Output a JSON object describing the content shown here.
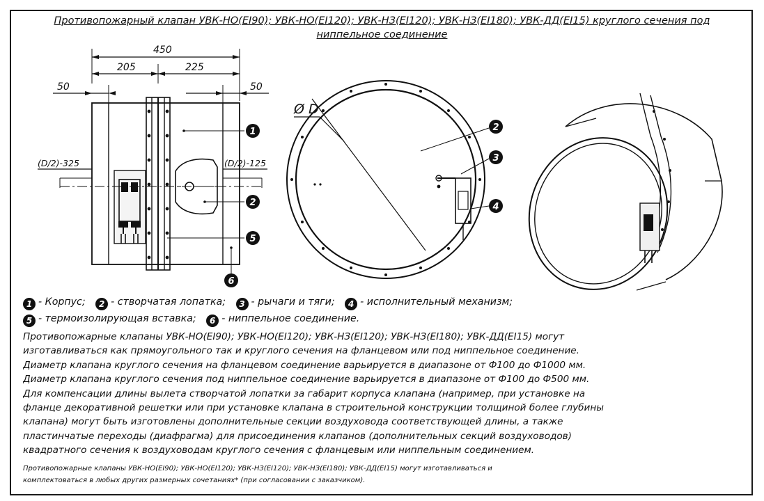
{
  "title": {
    "line1": "Противопожарный клапан УВК-НО(EI90); УВК-НО(EI120); УВК-НЗ(EI120); УВК-НЗ(EI180); УВК-ДД(EI15) круглого сечения под",
    "line2": "ниппельное соединение"
  },
  "drawing": {
    "dim_overall": "450",
    "dim_left": "205",
    "dim_right": "225",
    "dim_nipple_left": "50",
    "dim_nipple_right": "50",
    "dim_offset_left": "(D/2)-325",
    "dim_offset_right": "(D/2)-125",
    "dim_diameter": "Ø D",
    "callouts": [
      "1",
      "2",
      "3",
      "4",
      "5",
      "6"
    ]
  },
  "legend": {
    "row1": [
      {
        "num": "1",
        "text": "- Корпус;"
      },
      {
        "num": "2",
        "text": "- створчатая лопатка;"
      },
      {
        "num": "3",
        "text": "- рычаги и тяги;"
      },
      {
        "num": "4",
        "text": "- исполнительный механизм;"
      }
    ],
    "row2": [
      {
        "num": "5",
        "text": "- термоизолирующая вставка;"
      },
      {
        "num": "6",
        "text": "- ниппельное соединение."
      }
    ]
  },
  "description": [
    "Противопожарные клапаны УВК-НО(EI90); УВК-НО(EI120); УВК-НЗ(EI120); УВК-НЗ(EI180); УВК-ДД(EI15) могут",
    "изготавливаться как прямоугольного так и круглого сечения на фланцевом или под ниппельное соединение.",
    "Диаметр клапана круглого сечения на фланцевом соединение варьируется в диапазоне от Ф100 до Ф1000 мм.",
    "Диаметр клапана круглого сечения под ниппельное соединение варьируется в диапазоне от Ф100 до Ф500 мм.",
    "Для компенсации длины вылета створчатой лопатки за габарит корпуса клапана (например, при установке на",
    "фланце декоративной решетки или при установке клапана в строительной конструкции толщиной более глубины",
    "клапана) могут быть изготовлены дополнительные секции воздуховода соответствующей длины, а также",
    "пластинчатые переходы (диафрагма) для присоединения клапанов (дополнительных секций воздуховодов)",
    "квадратного сечения к воздуховодам круглого сечения с фланцевым или ниппельным соединением."
  ],
  "small_print": [
    "Противопожарные клапаны УВК-НО(EI90); УВК-НО(EI120); УВК-НЗ(EI120); УВК-НЗ(EI180); УВК-ДД(EI15) могут изготавливаться и",
    "комплектоваться в любых других размерных сочетаниях* (при согласовании с заказчиком)."
  ]
}
